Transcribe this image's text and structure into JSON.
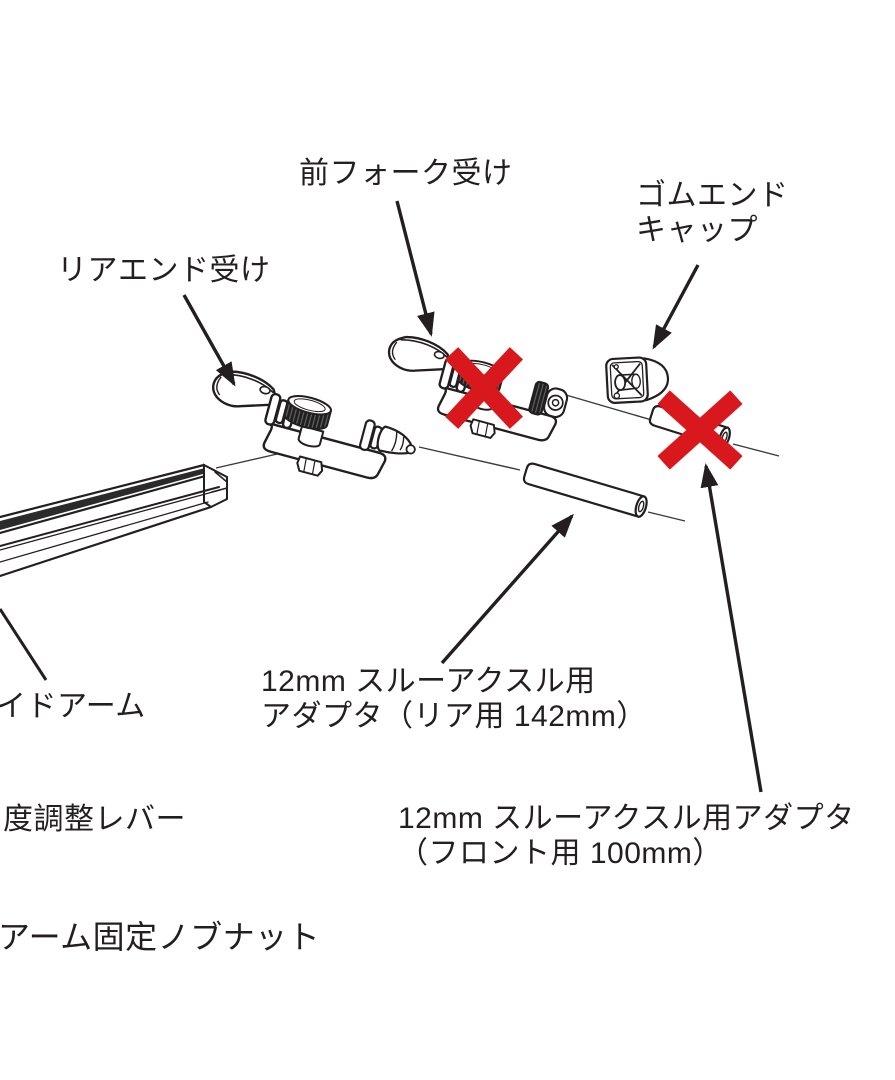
{
  "diagram": {
    "kind": "exploded-parts-diagram",
    "background": "#ffffff",
    "line_color": "#231f20",
    "prohibition_cross_color": "#d8181c",
    "prohibition_cross_count": 2,
    "labels": {
      "front_fork_mount": "前フォーク受け",
      "rubber_end_cap": [
        "ゴムエンド",
        "キャップ"
      ],
      "rear_end_mount": "リアエンド受け",
      "side_arm": "イドアーム",
      "angle_adjust_lever": "度調整レバー",
      "thru_axle_adapter_rear": [
        "12mm スルーアクスル用",
        "アダプタ（リア用 142mm）"
      ],
      "thru_axle_adapter_front": [
        "12mm スルーアクスル用アダプタ",
        "（フロント用 100mm）"
      ],
      "arm_fixing_knob_nut": "アーム固定ノブナット"
    },
    "parts": [
      "side-arm-rail",
      "rear-end-clamp",
      "front-fork-clamp",
      "rubber-end-cap",
      "rear-adapter-rod-142mm",
      "front-adapter-rod-100mm"
    ]
  }
}
